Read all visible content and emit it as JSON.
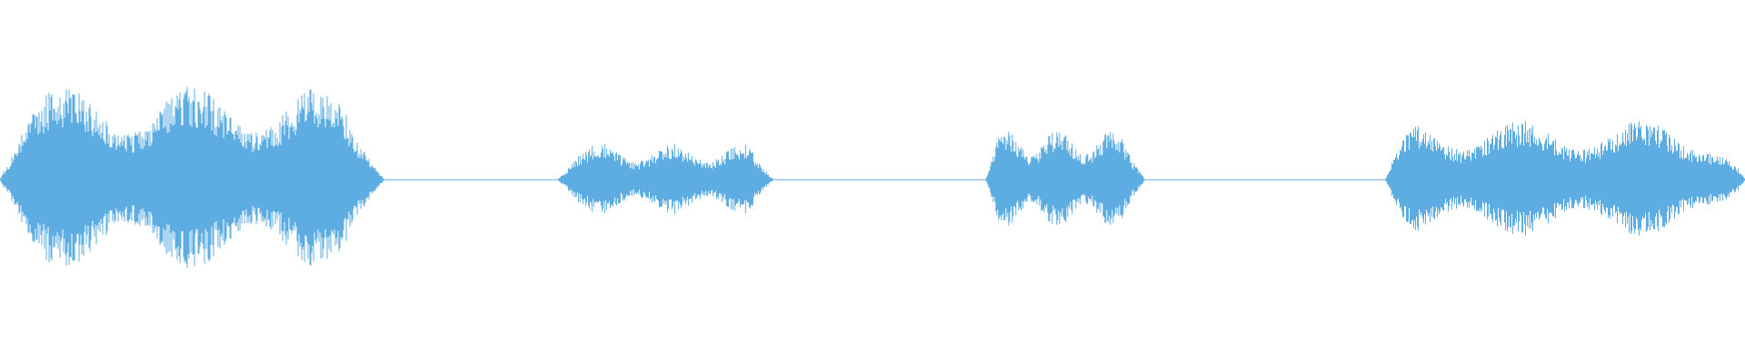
{
  "waveform": {
    "color": "#5dade2",
    "segments": [
      {
        "start": 0.0,
        "end": 0.22,
        "kind": "voice",
        "peak": 0.52,
        "seed": 11
      },
      {
        "start": 0.22,
        "end": 0.32,
        "kind": "silence"
      },
      {
        "start": 0.32,
        "end": 0.443,
        "kind": "voice",
        "peak": 0.2,
        "seed": 23
      },
      {
        "start": 0.443,
        "end": 0.565,
        "kind": "silence"
      },
      {
        "start": 0.565,
        "end": 0.656,
        "kind": "voice",
        "peak": 0.28,
        "seed": 37
      },
      {
        "start": 0.656,
        "end": 0.794,
        "kind": "silence"
      },
      {
        "start": 0.794,
        "end": 1.0,
        "kind": "voice",
        "peak": 0.33,
        "seed": 51
      }
    ]
  }
}
